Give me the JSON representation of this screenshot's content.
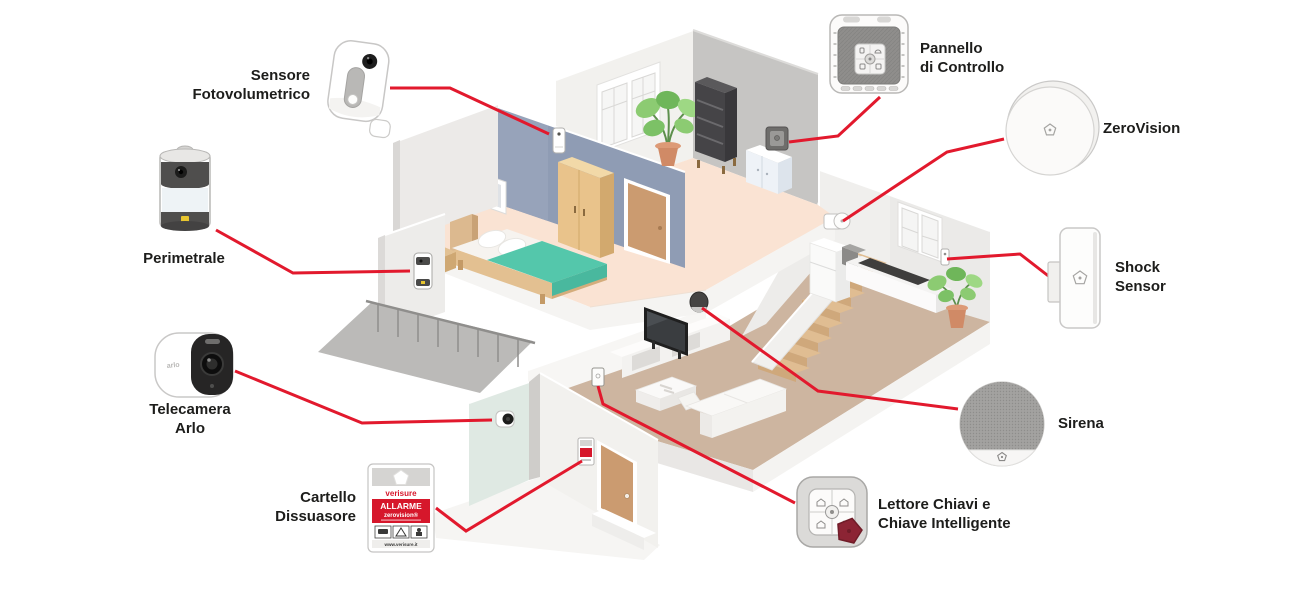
{
  "figure": {
    "type": "isometric-home-security-diagram"
  },
  "colors": {
    "accent_red": "#e2192d",
    "label_text": "#1d1d1b",
    "bedroom_wall_blue": "#8f9cb4",
    "floor_upper_peach": "#fae3d3",
    "floor_lower_tan": "#cdb5a0",
    "blanket_teal": "#54c7ab",
    "key_maroon": "#8c2434"
  },
  "devices": [
    {
      "id": "sensore-fotovolumetrico",
      "label": "Sensore\nFotovolumetrico"
    },
    {
      "id": "perimetrale",
      "label": "Perimetrale"
    },
    {
      "id": "telecamera-arlo",
      "label": "Telecamera\nArlo",
      "logo": "arlo"
    },
    {
      "id": "cartello-dissuasore",
      "label": "Cartello\nDissuasore",
      "sign": {
        "brand": "verisure",
        "line1": "ALLARME",
        "line2": "zerovision®",
        "url": "www.verisure.it"
      }
    },
    {
      "id": "pannello-di-controllo",
      "label": "Pannello\ndi Controllo"
    },
    {
      "id": "zerovision",
      "label": "ZeroVision"
    },
    {
      "id": "shock-sensor",
      "label": "Shock\nSensor"
    },
    {
      "id": "sirena",
      "label": "Sirena"
    },
    {
      "id": "lettore-chiavi",
      "label": "Lettore Chiavi e\nChiave Intelligente"
    }
  ]
}
